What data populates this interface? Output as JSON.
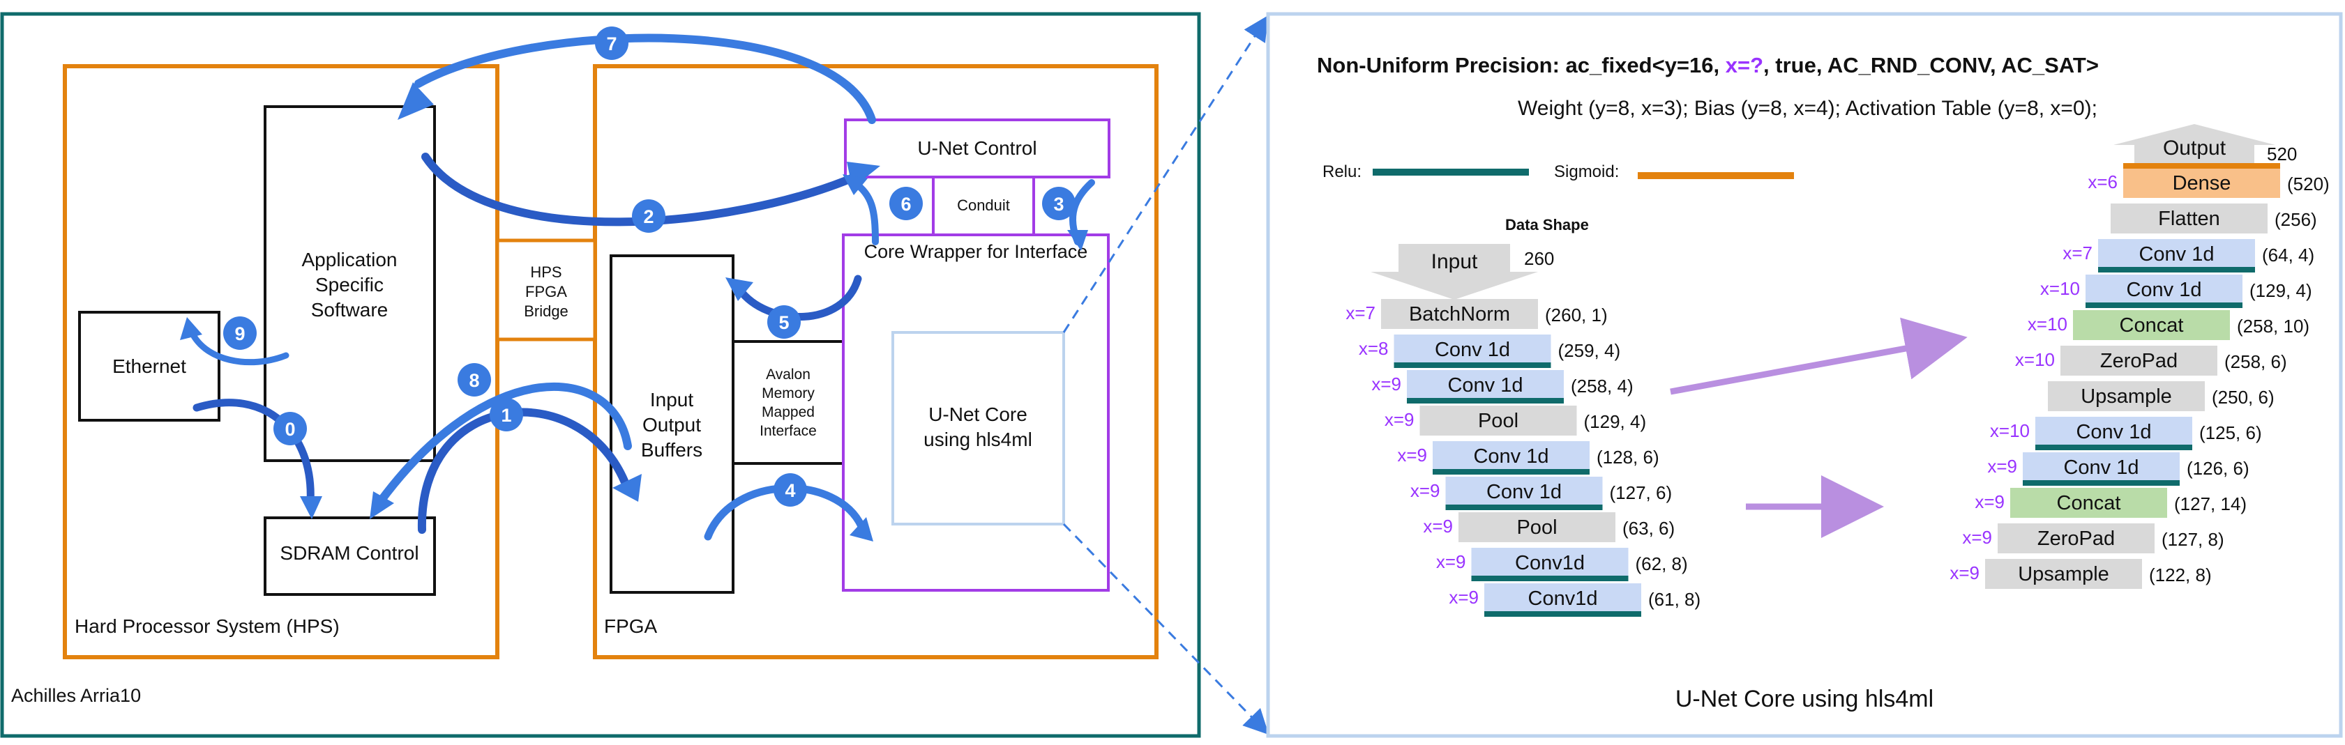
{
  "left": {
    "board_label": "Achilles Arria10",
    "hps_label": "Hard Processor System (HPS)",
    "fpga_label": "FPGA",
    "ethernet": "Ethernet",
    "app_software": [
      "Application",
      "Specific",
      "Software"
    ],
    "sdram": "SDRAM Control",
    "bridge": [
      "HPS",
      "FPGA",
      "Bridge"
    ],
    "io_buffers": [
      "Input",
      "Output",
      "Buffers"
    ],
    "avalon": [
      "Avalon",
      "Memory",
      "Mapped",
      "Interface"
    ],
    "unet_control": "U-Net Control",
    "conduit": "Conduit",
    "core_wrapper": "Core Wrapper for Interface",
    "unet_core": [
      "U-Net Core",
      "using hls4ml"
    ],
    "steps": [
      "0",
      "1",
      "2",
      "3",
      "4",
      "5",
      "6",
      "7",
      "8",
      "9"
    ]
  },
  "right": {
    "precision_title_a": "Non-Uniform Precision: ac_fixed<y=16, ",
    "precision_title_x": "x=?",
    "precision_title_b": ", true, AC_RND_CONV, AC_SAT>",
    "precision_detail": "Weight (y=8, x=3); Bias (y=8, x=4); Activation Table (y=8, x=0);",
    "relu_label": "Relu:",
    "sigmoid_label": "Sigmoid:",
    "data_shape_label": "Data Shape",
    "caption": "U-Net Core using hls4ml",
    "input": {
      "label": "Input",
      "shape": "260"
    },
    "output": {
      "label": "Output",
      "shape": "520"
    },
    "encoder": [
      {
        "x": "x=7",
        "label": "BatchNorm",
        "shape": "(260, 1)",
        "kind": "gray"
      },
      {
        "x": "x=8",
        "label": "Conv 1d",
        "shape": "(259, 4)",
        "kind": "conv"
      },
      {
        "x": "x=9",
        "label": "Conv 1d",
        "shape": "(258, 4)",
        "kind": "conv"
      },
      {
        "x": "x=9",
        "label": "Pool",
        "shape": "(129, 4)",
        "kind": "gray"
      },
      {
        "x": "x=9",
        "label": "Conv 1d",
        "shape": "(128, 6)",
        "kind": "conv"
      },
      {
        "x": "x=9",
        "label": "Conv 1d",
        "shape": "(127, 6)",
        "kind": "conv"
      },
      {
        "x": "x=9",
        "label": "Pool",
        "shape": "(63, 6)",
        "kind": "gray"
      },
      {
        "x": "x=9",
        "label": "Conv1d",
        "shape": "(62, 8)",
        "kind": "conv"
      },
      {
        "x": "x=9",
        "label": "Conv1d",
        "shape": "(61, 8)",
        "kind": "conv"
      }
    ],
    "decoder": [
      {
        "x": "x=6",
        "label": "Dense",
        "shape": "(520)",
        "kind": "dense"
      },
      {
        "x": "",
        "label": "Flatten",
        "shape": "(256)",
        "kind": "gray"
      },
      {
        "x": "x=7",
        "label": "Conv 1d",
        "shape": "(64, 4)",
        "kind": "conv"
      },
      {
        "x": "x=10",
        "label": "Conv 1d",
        "shape": "(129, 4)",
        "kind": "conv"
      },
      {
        "x": "x=10",
        "label": "Concat",
        "shape": "(258, 10)",
        "kind": "concat"
      },
      {
        "x": "x=10",
        "label": "ZeroPad",
        "shape": "(258, 6)",
        "kind": "gray"
      },
      {
        "x": "",
        "label": "Upsample",
        "shape": "(250, 6)",
        "kind": "gray"
      },
      {
        "x": "x=10",
        "label": "Conv 1d",
        "shape": "(125, 6)",
        "kind": "conv"
      },
      {
        "x": "x=9",
        "label": "Conv 1d",
        "shape": "(126, 6)",
        "kind": "conv"
      },
      {
        "x": "x=9",
        "label": "Concat",
        "shape": "(127, 14)",
        "kind": "concat"
      },
      {
        "x": "x=9",
        "label": "ZeroPad",
        "shape": "(127, 8)",
        "kind": "gray"
      },
      {
        "x": "x=9",
        "label": "Upsample",
        "shape": "(122, 8)",
        "kind": "gray"
      }
    ],
    "colors": {
      "relu": "#0f6b6b",
      "sigmoid": "#e3820e",
      "conv": "#c9d9f5",
      "gray": "#d9d9d9",
      "concat": "#b9dca8",
      "dense": "#f9c089",
      "precision": "#9933ff"
    }
  }
}
